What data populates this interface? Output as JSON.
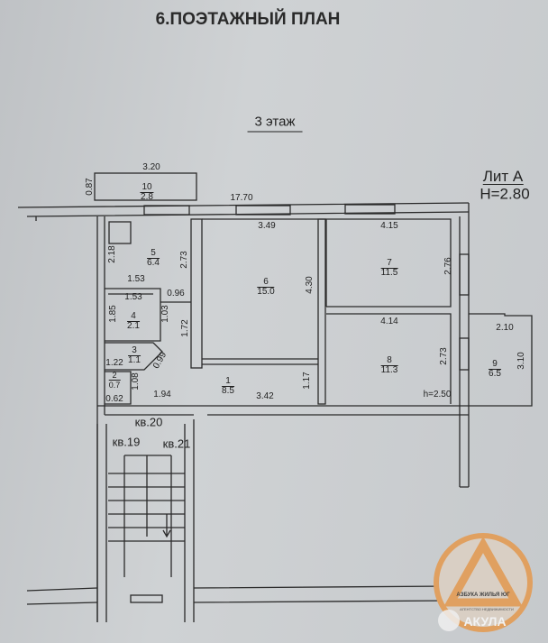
{
  "title": "6.ПОЭТАЖНЫЙ ПЛАН",
  "floor": "3 этаж",
  "building": {
    "lit": "Лит А",
    "height": "H=2.80"
  },
  "rooms": [
    {
      "number": "1",
      "area": "8.5"
    },
    {
      "number": "2",
      "area": "0.7"
    },
    {
      "number": "3",
      "area": "1.1"
    },
    {
      "number": "4",
      "area": "2.1"
    },
    {
      "number": "5",
      "area": "6.4"
    },
    {
      "number": "6",
      "area": "15.0"
    },
    {
      "number": "7",
      "area": "11.5"
    },
    {
      "number": "8",
      "area": "11.3"
    },
    {
      "number": "9",
      "area": "6.5"
    },
    {
      "number": "10",
      "area": "2.8"
    }
  ],
  "dimensions": {
    "d320": "3.20",
    "d087": "0.87",
    "d1770": "17.70",
    "d349": "3.49",
    "d415": "4.15",
    "d218": "2.18",
    "d273a": "2.73",
    "d430": "4.30",
    "d276": "2.76",
    "d153a": "1.53",
    "d153b": "1.53",
    "d096": "0.96",
    "d185": "1.85",
    "d103": "1.03",
    "d172": "1.72",
    "d414": "4.14",
    "d210": "2.10",
    "d099": "0.99",
    "d122": "1.22",
    "d273b": "2.73",
    "d310": "3.10",
    "d108": "1.08",
    "d117": "1.17",
    "d062": "0.62",
    "d194": "1.94",
    "d342": "3.42",
    "h250": "h=2.50"
  },
  "apartments": {
    "a20": "кв.20",
    "a19": "кв.19",
    "a21": "кв.21"
  },
  "logo": {
    "brand": "АЗБУКА ЖИЛЬЯ ЮГ",
    "subtitle": "АГЕНТСТВО НЕДВИЖИМОСТИ",
    "watermark": "АКУЛА"
  },
  "colors": {
    "logo_orange": "#e0a060",
    "line": "#2a2a2a"
  }
}
